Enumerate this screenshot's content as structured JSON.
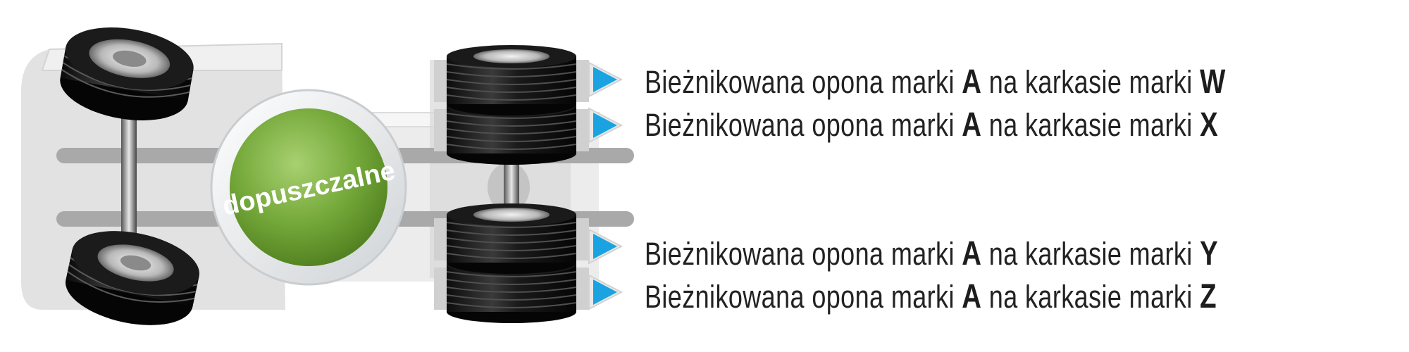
{
  "badge": {
    "text": "dopuszczalne",
    "color": "#6ea437"
  },
  "arrow_color": "#1aa3e0",
  "labels": [
    {
      "prefix": "Bieżnikowana opona marki ",
      "brand": "A",
      "middle": " na karkasie marki ",
      "carcass": "W"
    },
    {
      "prefix": "Bieżnikowana opona marki ",
      "brand": "A",
      "middle": " na karkasie marki ",
      "carcass": "X"
    },
    {
      "prefix": "Bieżnikowana opona marki ",
      "brand": "A",
      "middle": " na karkasie marki ",
      "carcass": "Y"
    },
    {
      "prefix": "Bieżnikowana opona marki ",
      "brand": "A",
      "middle": " na karkasie marki ",
      "carcass": "Z"
    }
  ]
}
